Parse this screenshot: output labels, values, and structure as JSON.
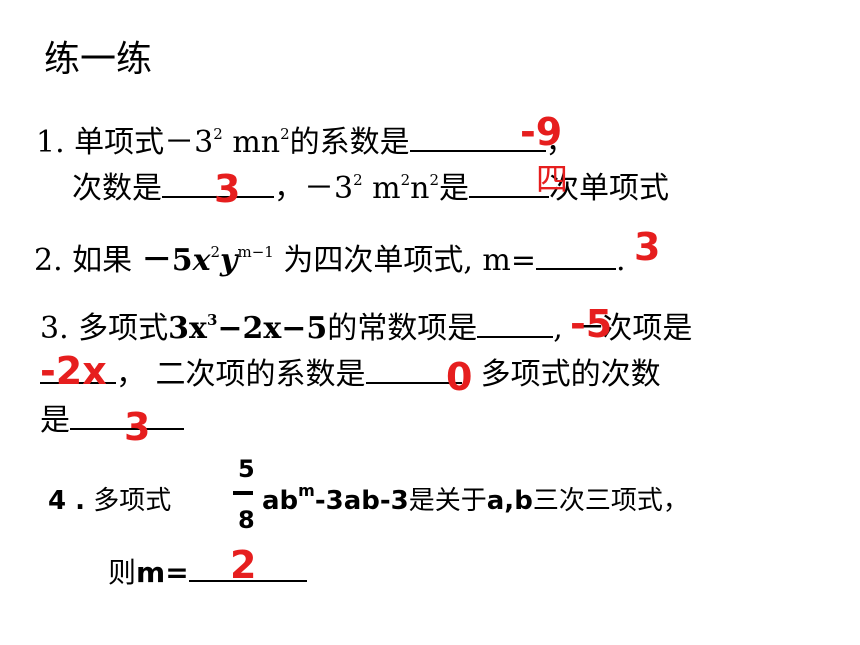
{
  "title": "练一练",
  "q1": {
    "num": "1.",
    "l1_a": "单项式－3",
    "l1_sup1": "2",
    "l1_b": " mn",
    "l1_sup2": "2",
    "l1_c": "的系数是",
    "l1_end": "，",
    "ans1": "-9",
    "l2_a": "次数是",
    "ans2": "3",
    "l2_b": "，－3",
    "l2_sup1": "2",
    "l2_c": " m",
    "l2_sup2": "2",
    "l2_d": "n",
    "l2_sup3": "2",
    "l2_e": "是",
    "ans3": "四",
    "l2_f": "次单项式"
  },
  "q2": {
    "num": "2.",
    "a": "如果 ",
    "b": "－5",
    "x": "x",
    "sup1": "2",
    "y": "y",
    "sup2": "m−1",
    "c": " 为四次单项式, m=",
    "end": ".",
    "ans": "3"
  },
  "q3": {
    "num": "3.",
    "a": "多项式",
    "poly_a": "3x",
    "poly_sup": "3",
    "poly_b": "−2x−5",
    "b": "的常数项是",
    "ans1": "-5",
    "c": ", 一次项是",
    "ans2": "-2x",
    "d": "， 二次项的系数是",
    "ans3": "0",
    "e": ". 多项式的次数",
    "f": "是",
    "ans4": "3"
  },
  "q4": {
    "num": "4 .",
    "a": "多项式",
    "frac_num": "5",
    "frac_den": "8",
    "b": "ab",
    "sup": "m",
    "c": "-3ab-3",
    "d": "是关于",
    "e": "a,b",
    "f": "三次三项式，",
    "g": "则",
    "h": "m=",
    "ans": "2"
  }
}
